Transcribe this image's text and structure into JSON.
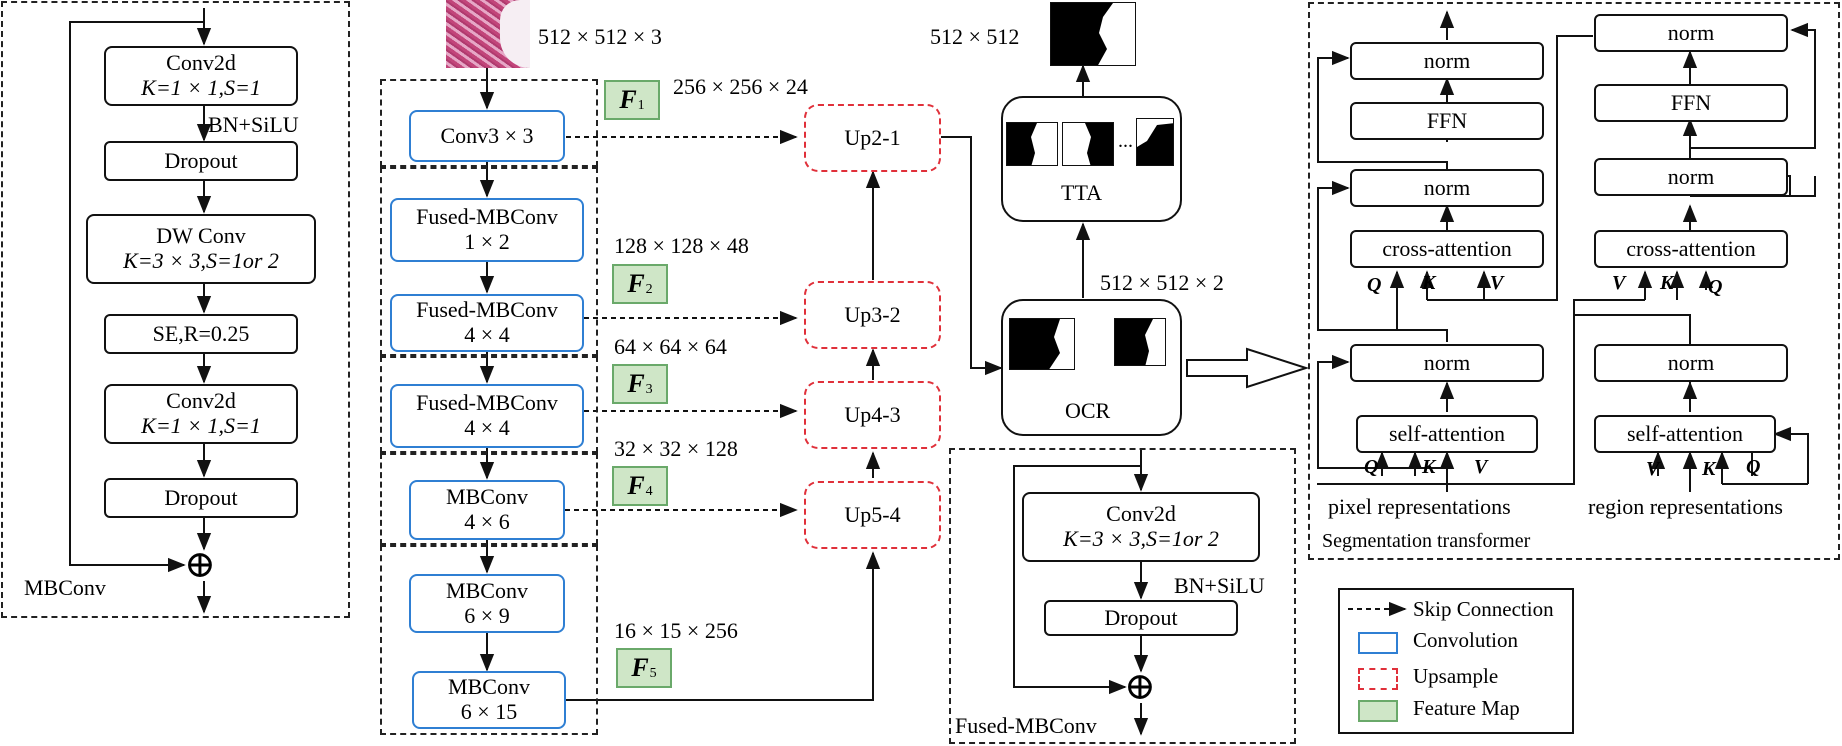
{
  "mbconv_panel": {
    "title": "MBConv",
    "conv2d_1": {
      "line1": "Conv2d",
      "line2": "K=1 × 1,S=1"
    },
    "bn_silu": "BN+SiLU",
    "dropout_1": "Dropout",
    "dwconv": {
      "line1": "DW Conv",
      "line2": "K=3 × 3,S=1or 2"
    },
    "se": "SE,R=0.25",
    "conv2d_2": {
      "line1": "Conv2d",
      "line2": "K=1 × 1,S=1"
    },
    "dropout_2": "Dropout",
    "plus": "⊕"
  },
  "encoder": {
    "input_size": "512 × 512 × 3",
    "blocks": [
      {
        "line1": "Conv3 × 3",
        "line2": ""
      },
      {
        "line1": "Fused-MBConv",
        "line2": "1 × 2"
      },
      {
        "line1": "Fused-MBConv",
        "line2": "4 × 4"
      },
      {
        "line1": "Fused-MBConv",
        "line2": "4 × 4"
      },
      {
        "line1": "MBConv",
        "line2": "4 × 6"
      },
      {
        "line1": "MBConv",
        "line2": "6 × 9"
      },
      {
        "line1": "MBConv",
        "line2": "6 × 15"
      }
    ],
    "features": [
      {
        "name": "F",
        "sub": "1",
        "size": "256 × 256 × 24"
      },
      {
        "name": "F",
        "sub": "2",
        "size": "128 × 128 × 48"
      },
      {
        "name": "F",
        "sub": "3",
        "size": "64 × 64 × 64"
      },
      {
        "name": "F",
        "sub": "4",
        "size": "32 × 32 × 128"
      },
      {
        "name": "F",
        "sub": "5",
        "size": "16 × 15 × 256"
      }
    ]
  },
  "decoder": {
    "ups": [
      "Up2-1",
      "Up3-2",
      "Up4-3",
      "Up5-4"
    ]
  },
  "heads": {
    "output_size": "512 × 512",
    "tta": "TTA",
    "ellipsis": "...",
    "ocr_size": "512 × 512 × 2",
    "ocr": "OCR"
  },
  "fused_panel": {
    "title": "Fused-MBConv",
    "conv2d": {
      "line1": "Conv2d",
      "line2": "K=3 × 3,S=1or 2"
    },
    "bn_silu": "BN+SiLU",
    "dropout": "Dropout",
    "plus": "⊕"
  },
  "seg_transformer": {
    "title": "Segmentation transformer",
    "left": {
      "norm_top": "norm",
      "ffn": "FFN",
      "norm_mid": "norm",
      "cross_attention": "cross-attention",
      "norm_low": "norm",
      "self_attention": "self-attention",
      "cross_qkv": [
        "Q",
        "K",
        "V"
      ],
      "self_qkv": [
        "Q",
        "K",
        "V"
      ],
      "caption": "pixel representations"
    },
    "right": {
      "norm_top": "norm",
      "ffn": "FFN",
      "norm_mid": "norm",
      "cross_attention": "cross-attention",
      "norm_low": "norm",
      "self_attention": "self-attention",
      "cross_qkv": [
        "V",
        "K",
        "Q"
      ],
      "self_qkv": [
        "V",
        "K",
        "Q"
      ],
      "caption": "region representations"
    }
  },
  "legend": {
    "items": [
      "Skip Connection",
      "Convolution",
      "Upsample",
      "Feature Map"
    ]
  },
  "colors": {
    "convolution": "#2f7fd3",
    "upsample": "#e0303a",
    "feature_map_fill": "#cfe6c7",
    "feature_map_border": "#6aa96a"
  }
}
